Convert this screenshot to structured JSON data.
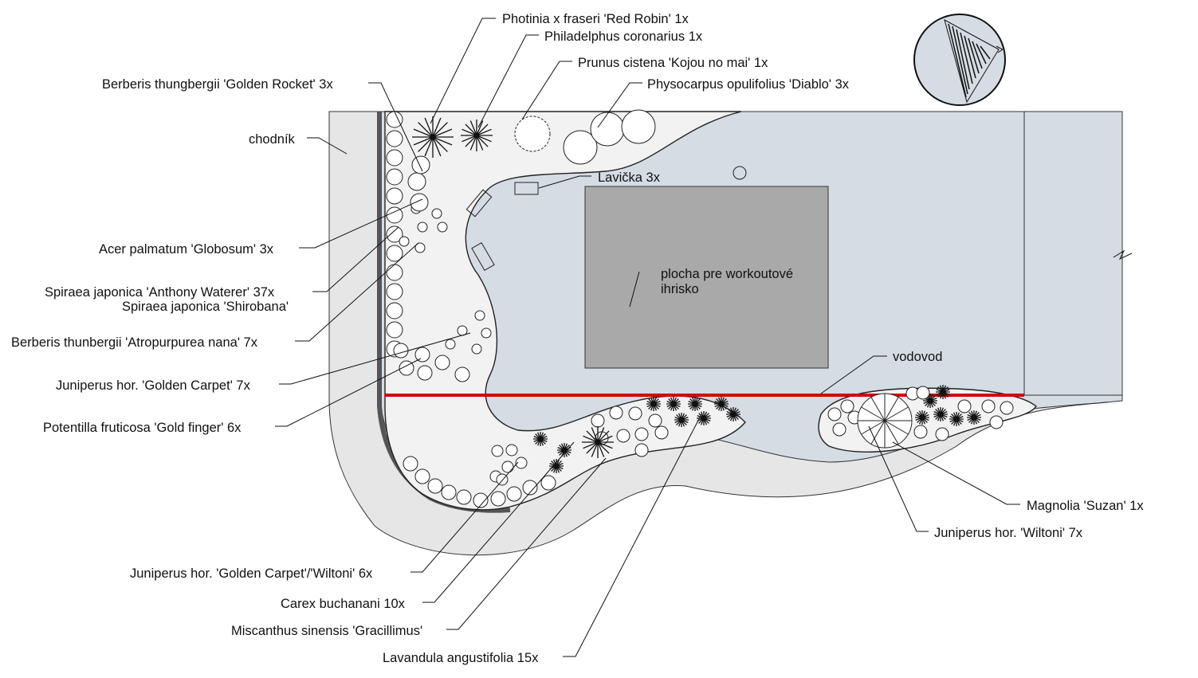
{
  "labels": {
    "photinia": "Photinia x fraseri 'Red Robin' 1x",
    "philadelphus": "Philadelphus coronarius 1x",
    "prunus": "Prunus cistena 'Kojou no mai' 1x",
    "physocarpus": "Physocarpus opulifolius 'Diablo' 3x",
    "berberis_golden": "Berberis thungbergii 'Golden Rocket' 3x",
    "chodnik": "chodník",
    "lavicka": "Lavička 3x",
    "acer": "Acer palmatum 'Globosum' 3x",
    "spiraea_1": "Spiraea japonica 'Anthony Waterer'  37x",
    "spiraea_2": "Spiraea japonica 'Shirobana'",
    "berberis_atro": "Berberis thunbergii 'Atropurpurea nana' 7x",
    "juniperus_gc": "Juniperus hor. 'Golden Carpet' 7x",
    "potentilla": "Potentilla fruticosa 'Gold finger' 6x",
    "plocha_1": "plocha pre workoutové",
    "plocha_2": "ihrisko",
    "vodovod": "vodovod",
    "magnolia": "Magnolia 'Suzan' 1x",
    "juniperus_w": "Juniperus hor. 'Wiltoni' 7x",
    "juniperus_gcw": "Juniperus hor. 'Golden Carpet'/'Wiltoni' 6x",
    "carex": "Carex buchanani 10x",
    "miscanthus": "Miscanthus sinensis 'Gracillimus'",
    "lavandula": "Lavandula angustifolia 15x"
  },
  "colors": {
    "lawn": "#d6dce3",
    "paving": "#e6e6e6",
    "workout_area": "#a9a9a9",
    "water_main": "#d40000",
    "gravel": "#f2f2f2"
  },
  "icons": {
    "north_arrow": "north-arrow-icon",
    "break_mark": "break-line-icon"
  }
}
